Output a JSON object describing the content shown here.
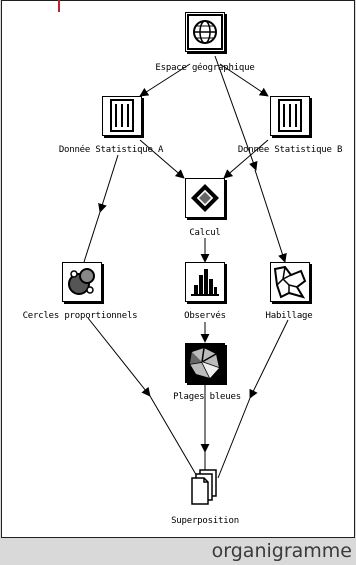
{
  "diagram": {
    "nodes": {
      "espace": {
        "label": "Espace géographique",
        "icon": "globe-icon"
      },
      "donnee_a": {
        "label": "Donnée Statistique A",
        "icon": "data-table-icon"
      },
      "donnee_b": {
        "label": "Donnée Statistique B",
        "icon": "data-table-icon"
      },
      "calcul": {
        "label": "Calcul",
        "icon": "diamond-process-icon"
      },
      "cercles": {
        "label": "Cercles proportionnels",
        "icon": "circles-map-icon"
      },
      "observes": {
        "label": "Observés",
        "icon": "histogram-icon"
      },
      "habillage": {
        "label": "Habillage",
        "icon": "basemap-icon"
      },
      "plages": {
        "label": "Plages bleues",
        "icon": "choropleth-map-icon"
      },
      "superposition": {
        "label": "Superposition",
        "icon": "stacked-pages-icon"
      }
    },
    "edges": [
      [
        "espace",
        "donnee_a"
      ],
      [
        "espace",
        "donnee_b"
      ],
      [
        "espace",
        "habillage"
      ],
      [
        "donnee_a",
        "calcul"
      ],
      [
        "donnee_b",
        "calcul"
      ],
      [
        "donnee_a",
        "cercles"
      ],
      [
        "donnee_b",
        "habillage"
      ],
      [
        "calcul",
        "observes"
      ],
      [
        "observes",
        "plages"
      ],
      [
        "cercles",
        "superposition"
      ],
      [
        "plages",
        "superposition"
      ],
      [
        "habillage",
        "superposition"
      ]
    ]
  },
  "footer": {
    "caption": "organigramme"
  },
  "colors": {
    "accent_mark": "#b3262e",
    "frame_border": "#202020",
    "page_bg": "#d9d9d9"
  }
}
